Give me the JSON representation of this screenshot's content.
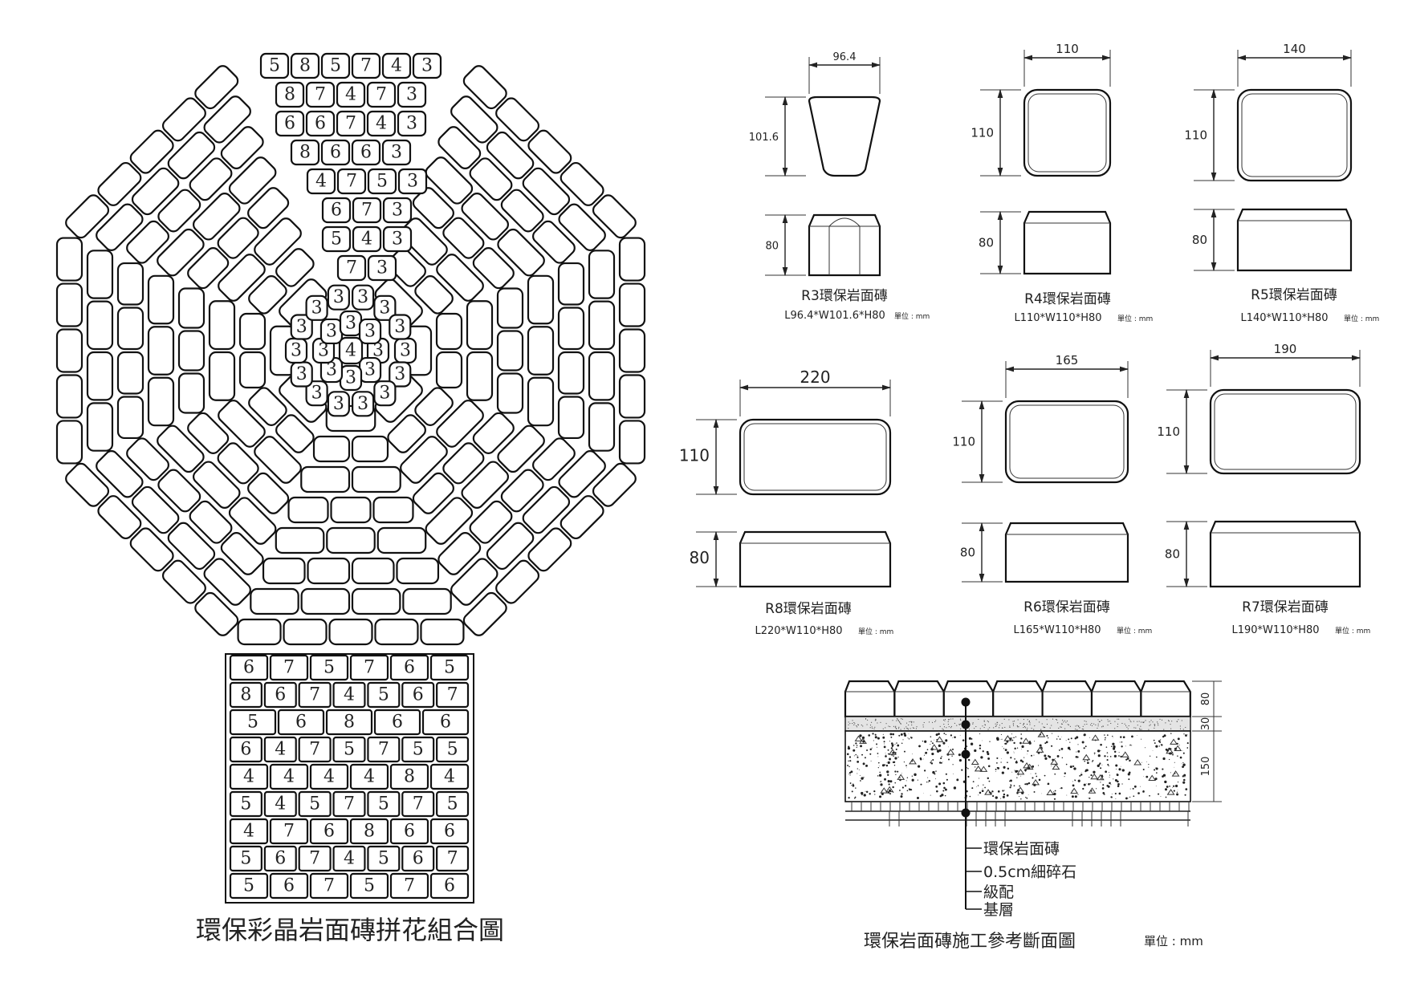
{
  "pattern": {
    "title": "環保彩晶岩面磚拼花組合圖",
    "octagon_column_rows": [
      [
        "5",
        "8",
        "5",
        "7",
        "4",
        "3"
      ],
      [
        "8",
        "7",
        "4",
        "7",
        "3"
      ],
      [
        "6",
        "6",
        "7",
        "4",
        "3"
      ],
      [
        "8",
        "6",
        "6",
        "3"
      ],
      [
        "4",
        "7",
        "5",
        "3"
      ],
      [
        "6",
        "7",
        "3"
      ],
      [
        "5",
        "4",
        "3"
      ],
      [
        "7",
        "3"
      ]
    ],
    "center_label": "4",
    "center_ring_label": "3",
    "stem_rows": [
      [
        "6",
        "7",
        "5",
        "7",
        "6",
        "5"
      ],
      [
        "8",
        "6",
        "7",
        "4",
        "5",
        "6",
        "7"
      ],
      [
        "5",
        "6",
        "8",
        "6",
        "6"
      ],
      [
        "6",
        "4",
        "7",
        "5",
        "7",
        "5",
        "5"
      ],
      [
        "4",
        "4",
        "4",
        "4",
        "8",
        "4"
      ],
      [
        "5",
        "4",
        "5",
        "7",
        "5",
        "7",
        "5"
      ],
      [
        "4",
        "7",
        "6",
        "8",
        "6",
        "6"
      ],
      [
        "5",
        "6",
        "7",
        "4",
        "5",
        "6",
        "7"
      ],
      [
        "5",
        "6",
        "7",
        "5",
        "7",
        "6"
      ]
    ]
  },
  "bricks": [
    {
      "name": "R3環保岩面磚",
      "spec": "L96.4*W101.6*H80",
      "unit": "單位 : mm",
      "length": "96.4",
      "width": "101.6",
      "height": "80"
    },
    {
      "name": "R4環保岩面磚",
      "spec": "L110*W110*H80",
      "unit": "單位 : mm",
      "length": "110",
      "width": "110",
      "height": "80"
    },
    {
      "name": "R5環保岩面磚",
      "spec": "L140*W110*H80",
      "unit": "單位 : mm",
      "length": "140",
      "width": "110",
      "height": "80"
    },
    {
      "name": "R8環保岩面磚",
      "spec": "L220*W110*H80",
      "unit": "單位 : mm",
      "length": "220",
      "width": "110",
      "height": "80"
    },
    {
      "name": "R6環保岩面磚",
      "spec": "L165*W110*H80",
      "unit": "單位 : mm",
      "length": "165",
      "width": "110",
      "height": "80"
    },
    {
      "name": "R7環保岩面磚",
      "spec": "L190*W110*H80",
      "unit": "單位 : mm",
      "length": "190",
      "width": "110",
      "height": "80"
    }
  ],
  "section": {
    "title": "環保岩面磚施工參考斷面圖",
    "unit": "單位 : mm",
    "layers": [
      "環保岩面磚",
      "0.5cm細碎石",
      "級配",
      "基層"
    ],
    "dimensions": [
      "80",
      "30",
      "150"
    ]
  }
}
